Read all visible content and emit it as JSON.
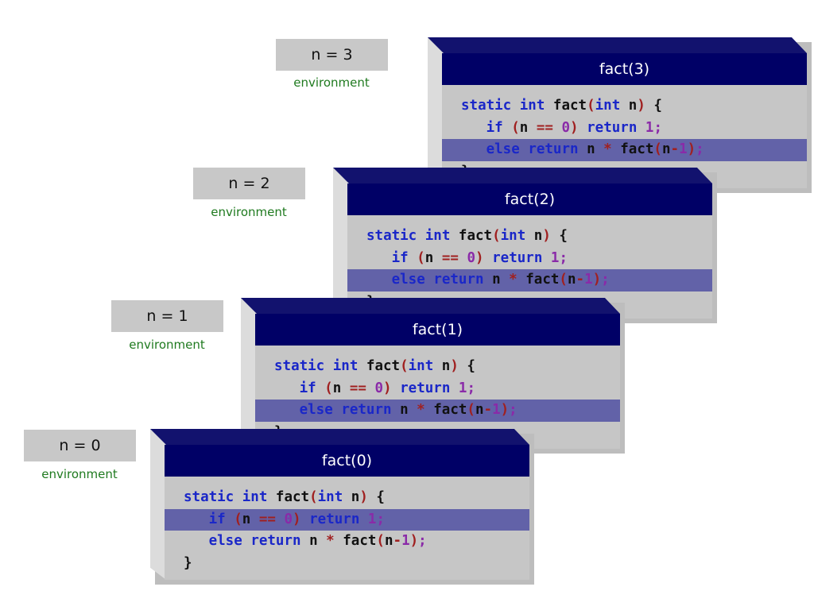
{
  "frames": [
    {
      "title": "fact(3)",
      "env": "n = 3",
      "env_label": "environment",
      "highlight_line": 2
    },
    {
      "title": "fact(2)",
      "env": "n = 2",
      "env_label": "environment",
      "highlight_line": 2
    },
    {
      "title": "fact(1)",
      "env": "n = 1",
      "env_label": "environment",
      "highlight_line": 2
    },
    {
      "title": "fact(0)",
      "env": "n = 0",
      "env_label": "environment",
      "highlight_line": 1
    }
  ],
  "code": {
    "line0": {
      "static": "static",
      "int": "int",
      "fact": "fact",
      "lparen": "(",
      "int2": "int",
      "n": "n",
      "rparen": ")",
      "brace": "{"
    },
    "line1": {
      "if": "if",
      "lparen": "(",
      "n": "n",
      "eq": "==",
      "zero": "0",
      "rparen": ")",
      "return": "return",
      "one": "1",
      "semi": ";"
    },
    "line2": {
      "else": "else",
      "return": "return",
      "n": "n",
      "mul": "*",
      "fact": "fact",
      "lparen": "(",
      "n2": "n",
      "minus": "-",
      "one": "1",
      "rparen": ")",
      "semi": ";"
    },
    "line3": {
      "close": "}"
    }
  },
  "colors": {
    "keyword": "#1a27c8",
    "operator": "#a02020",
    "number": "#8a2aa8",
    "header": "#000066",
    "highlight": "#6262a8",
    "environment_text": "#1f7a1f"
  }
}
